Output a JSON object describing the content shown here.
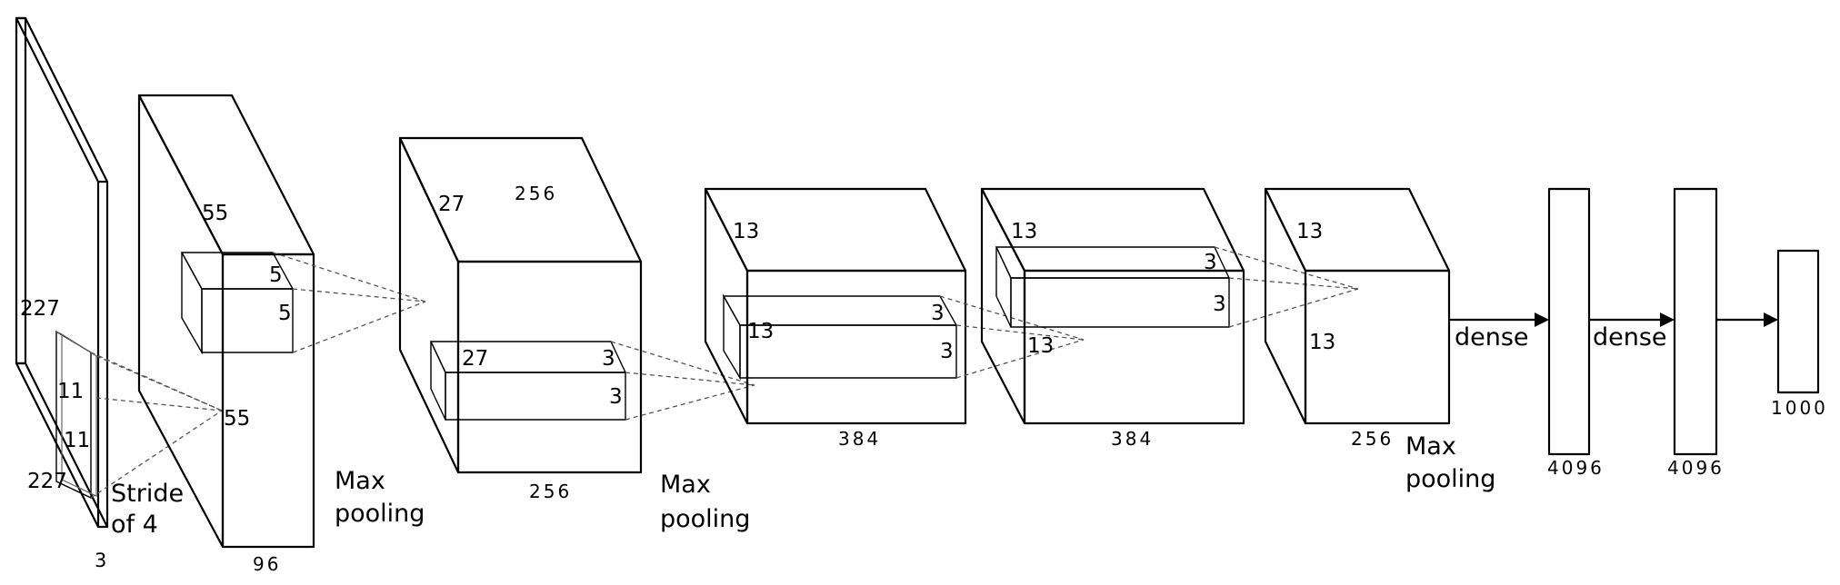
{
  "layers": {
    "input": {
      "side": "227",
      "side_depth": "227",
      "channels": "3",
      "kernel_h": "11",
      "kernel_w": "11",
      "stride_line1": "Stride",
      "stride_line2": "of 4"
    },
    "conv1": {
      "side": "55",
      "out_dot": "55",
      "kernel_h": "5",
      "kernel_w": "5",
      "depth": "96",
      "pool_line1": "Max",
      "pool_line2": "pooling"
    },
    "conv2": {
      "side": "27",
      "top_depth": "256",
      "kernel_side": "27",
      "kernel_h": "3",
      "kernel_w": "3",
      "depth": "256",
      "pool_line1": "Max",
      "pool_line2": "pooling"
    },
    "conv3": {
      "side": "13",
      "kernel_side": "13",
      "kernel_h": "3",
      "kernel_w": "3",
      "depth": "384"
    },
    "conv4": {
      "side": "13",
      "out_dot": "13",
      "kernel_h": "3",
      "kernel_w": "3",
      "depth": "384"
    },
    "conv5": {
      "side": "13",
      "side_inner": "13",
      "depth": "256",
      "pool_line1": "Max",
      "pool_line2": "pooling"
    },
    "fc6": {
      "size": "4096",
      "link_label": "dense"
    },
    "fc7": {
      "size": "4096",
      "link_label": "dense"
    },
    "output": {
      "size": "1000"
    }
  }
}
